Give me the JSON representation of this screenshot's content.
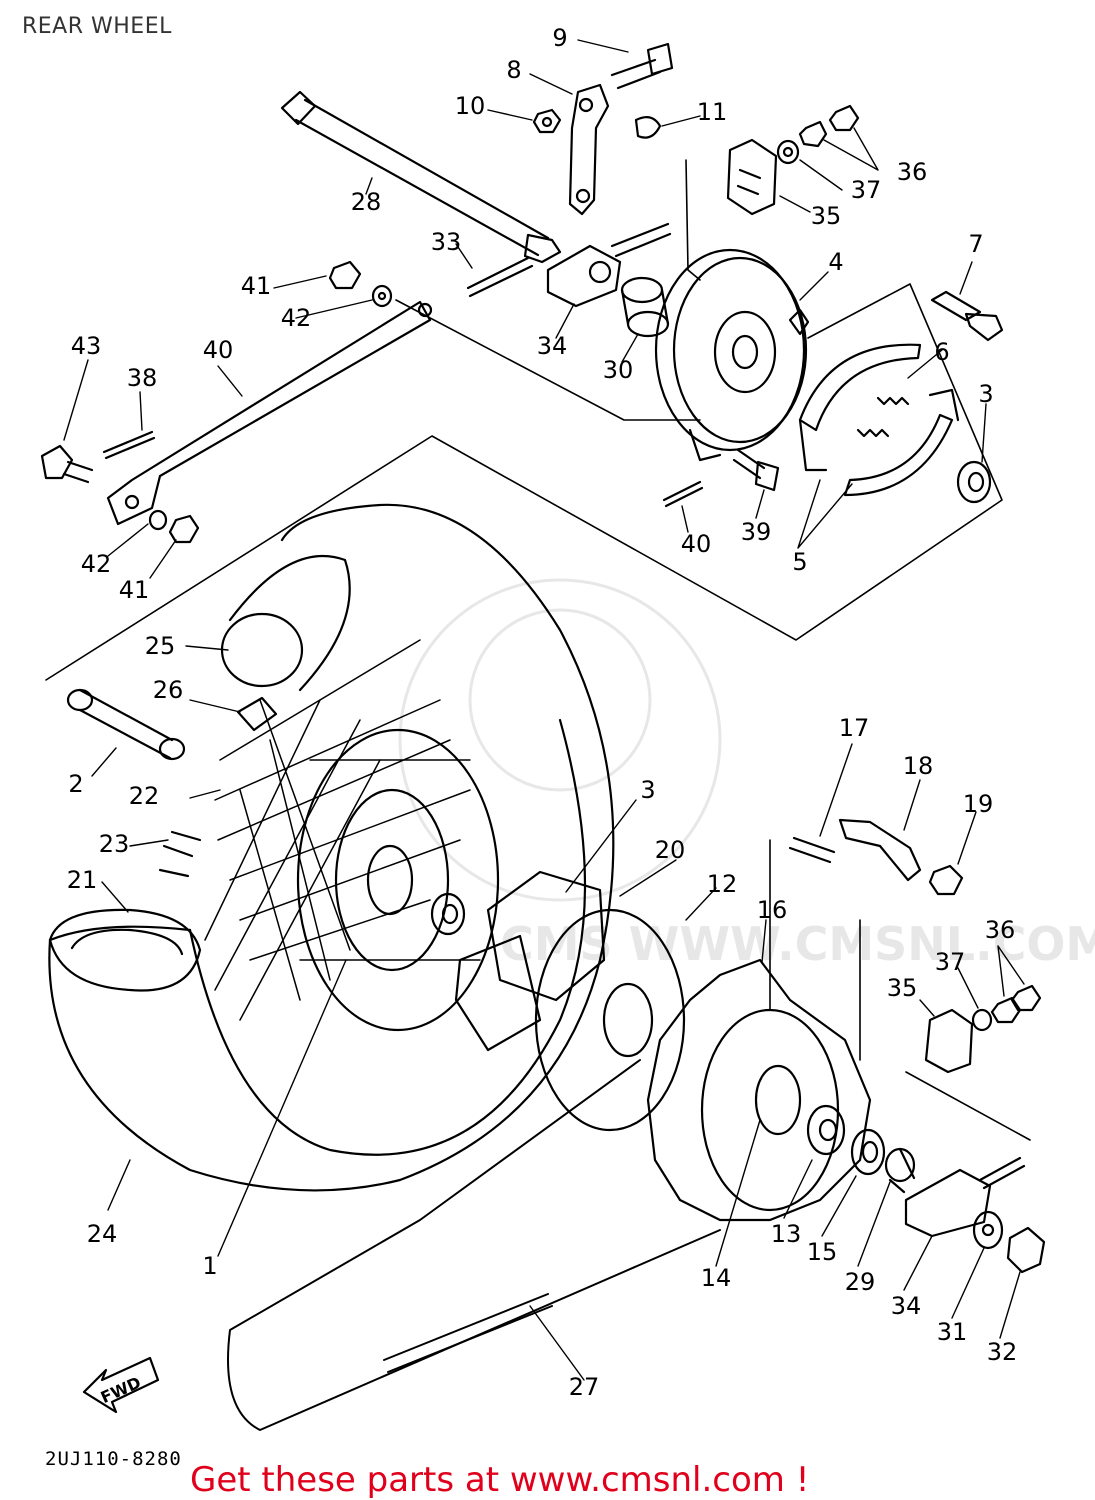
{
  "title": "REAR WHEEL",
  "diagram_code": "2UJ110-8280",
  "promo_text": "Get these parts at www.cmsnl.com !",
  "fwd_label": "FWD",
  "watermark": "CMS WWW.CMSNL.COM",
  "callouts": [
    "9",
    "8",
    "10",
    "11",
    "36",
    "37",
    "35",
    "28",
    "33",
    "41",
    "42",
    "43",
    "38",
    "40",
    "34",
    "30",
    "4",
    "7",
    "6",
    "3",
    "5",
    "39",
    "40",
    "42",
    "41",
    "25",
    "26",
    "2",
    "22",
    "23",
    "21",
    "24",
    "1",
    "3",
    "20",
    "12",
    "16",
    "17",
    "18",
    "19",
    "36",
    "37",
    "35",
    "13",
    "15",
    "29",
    "34",
    "31",
    "32",
    "14",
    "27"
  ]
}
